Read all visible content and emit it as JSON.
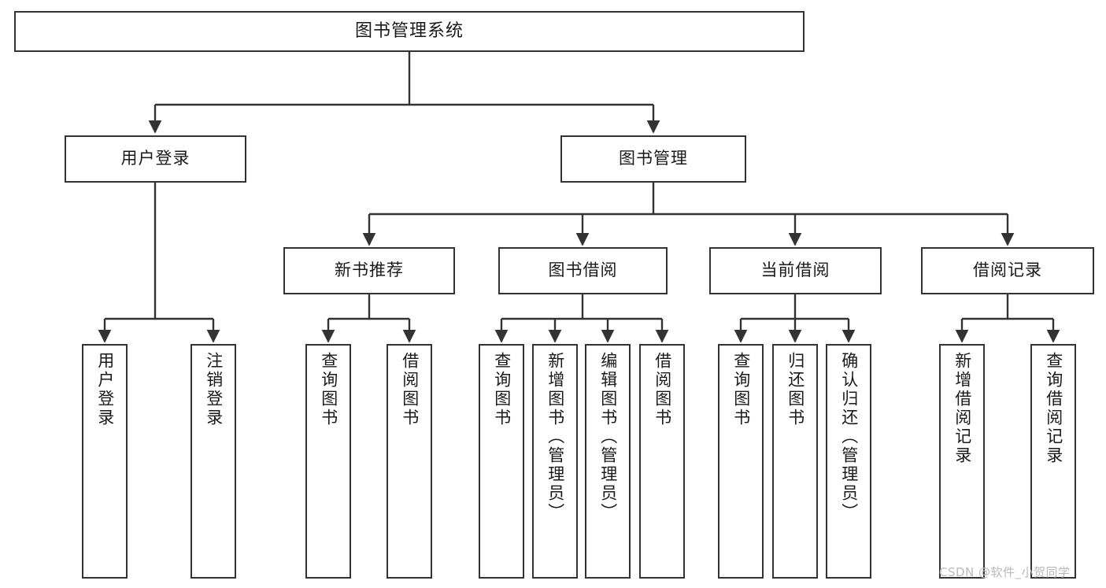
{
  "diagram": {
    "title": "图书管理系统",
    "type": "tree-hierarchy-chart",
    "watermark": "CSDN @软件_小贺同学",
    "line_color": "#333333",
    "box_fill": "#ffffff",
    "text_color": "#1a1a1a",
    "levels": {
      "level1": [
        {
          "id": "root",
          "label": "图书管理系统"
        }
      ],
      "level2": [
        {
          "id": "user_login",
          "label": "用户登录",
          "parent": "root"
        },
        {
          "id": "book_manage",
          "label": "图书管理",
          "parent": "root"
        }
      ],
      "level3": [
        {
          "id": "new_book_rec",
          "label": "新书推荐",
          "parent": "book_manage"
        },
        {
          "id": "book_borrow",
          "label": "图书借阅",
          "parent": "book_manage"
        },
        {
          "id": "current_borrow",
          "label": "当前借阅",
          "parent": "book_manage"
        },
        {
          "id": "borrow_record",
          "label": "借阅记录",
          "parent": "book_manage"
        }
      ],
      "leaves": [
        {
          "id": "leaf_user_login",
          "label": "用户登录",
          "parent": "user_login"
        },
        {
          "id": "leaf_logout",
          "label": "注销登录",
          "parent": "user_login"
        },
        {
          "id": "leaf_query_book_1",
          "label": "查询图书",
          "parent": "new_book_rec"
        },
        {
          "id": "leaf_borrow_book_1",
          "label": "借阅图书",
          "parent": "new_book_rec"
        },
        {
          "id": "leaf_query_book_2",
          "label": "查询图书",
          "parent": "book_borrow"
        },
        {
          "id": "leaf_add_book",
          "label": "新增图书（管理员）",
          "parent": "book_borrow"
        },
        {
          "id": "leaf_edit_book",
          "label": "编辑图书（管理员）",
          "parent": "book_borrow"
        },
        {
          "id": "leaf_borrow_book_2",
          "label": "借阅图书",
          "parent": "book_borrow"
        },
        {
          "id": "leaf_query_book_3",
          "label": "查询图书",
          "parent": "current_borrow"
        },
        {
          "id": "leaf_return_book",
          "label": "归还图书",
          "parent": "current_borrow"
        },
        {
          "id": "leaf_confirm_return",
          "label": "确认归还（管理员）",
          "parent": "current_borrow"
        },
        {
          "id": "leaf_add_record",
          "label": "新增借阅记录",
          "parent": "borrow_record"
        },
        {
          "id": "leaf_query_record",
          "label": "查询借阅记录",
          "parent": "borrow_record"
        }
      ]
    }
  }
}
